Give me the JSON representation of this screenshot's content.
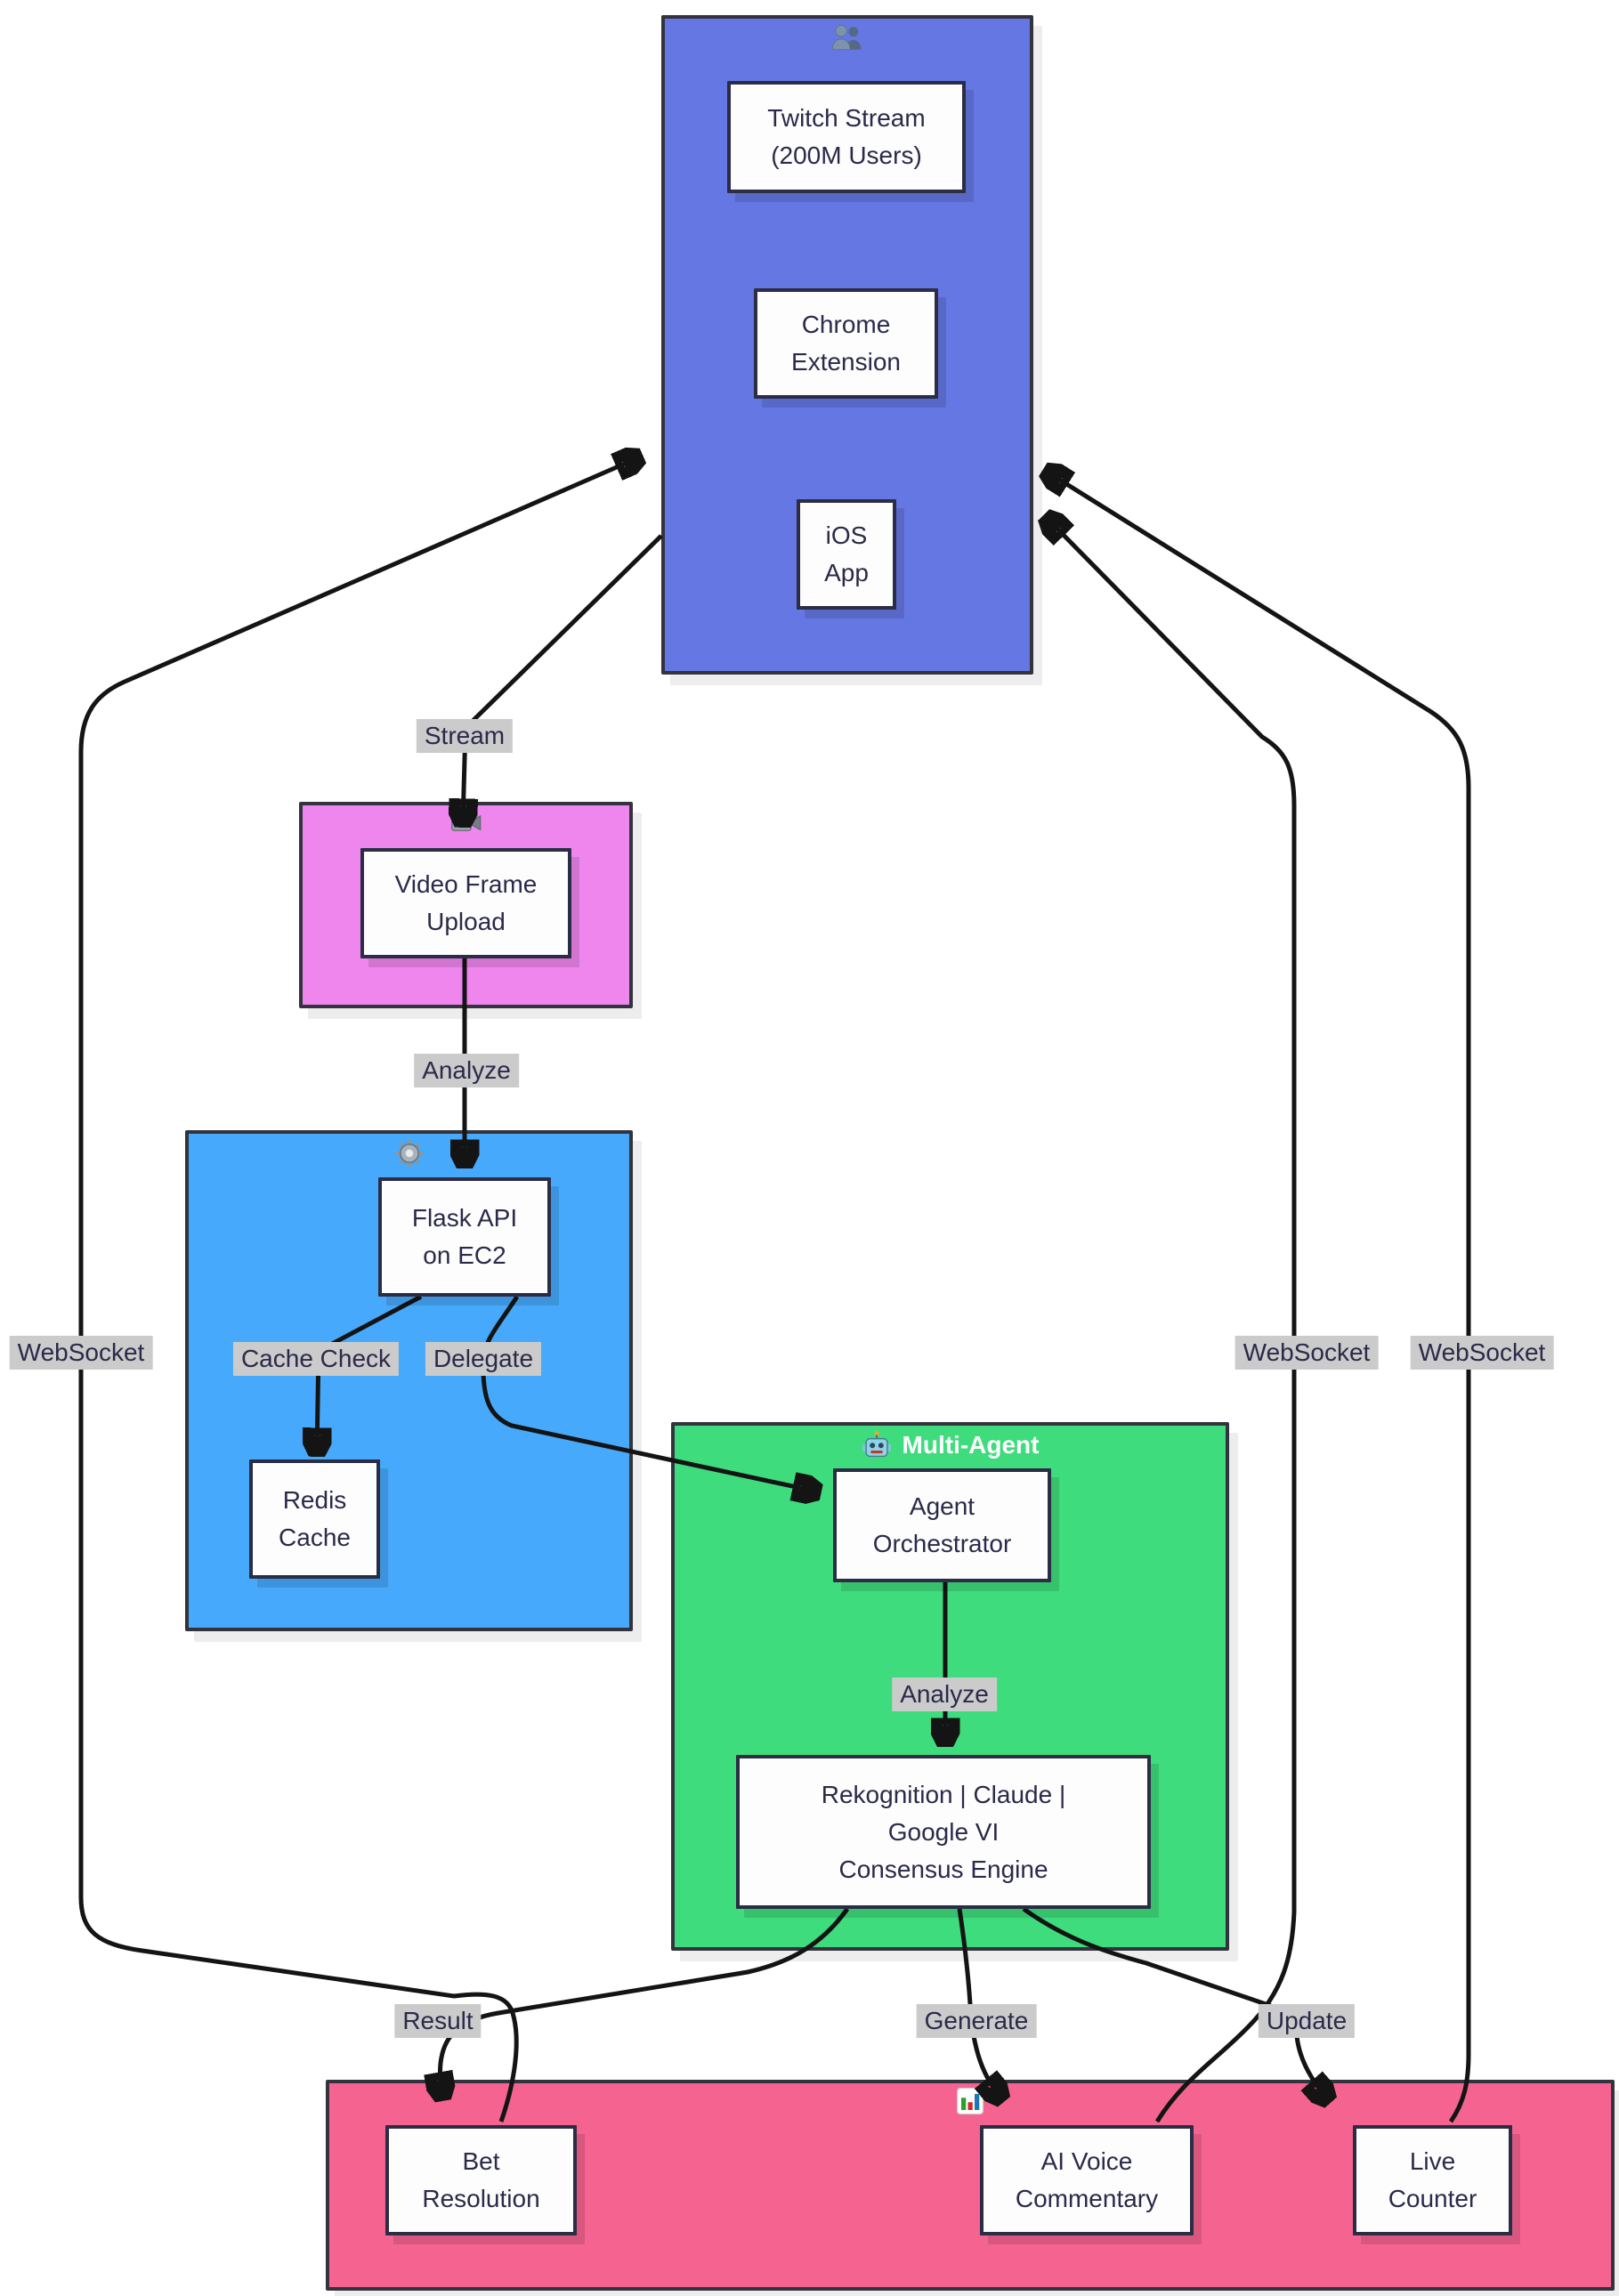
{
  "diagram": {
    "type": "flowchart",
    "colors": {
      "container_users": "#6577e3",
      "container_video": "#ee86ee",
      "container_api": "#47a9fb",
      "container_agents": "#3fdc7d",
      "container_output": "#f56490",
      "node_bg": "#fdfdfd",
      "node_border": "#2b2d45",
      "cluster_border": "#33333d",
      "edge": "#141414",
      "edge_label_bg": "#cbcbcb",
      "text": "#2a2a4a",
      "agents_title_color": "#ffffff"
    },
    "containers": {
      "users": {
        "icon": "users-icon",
        "label": ""
      },
      "video": {
        "icon": "video-camera-icon",
        "label": ""
      },
      "api": {
        "icon": "gear-icon",
        "label": ""
      },
      "agents": {
        "icon": "robot-icon",
        "label": "Multi-Agent"
      },
      "output": {
        "icon": "bar-chart-icon",
        "label": ""
      }
    },
    "nodes": {
      "twitch": {
        "text": "Twitch Stream\n(200M Users)"
      },
      "chrome": {
        "text": "Chrome\nExtension"
      },
      "ios": {
        "text": "iOS\nApp"
      },
      "upload": {
        "text": "Video Frame\nUpload"
      },
      "flask": {
        "text": "Flask API\non EC2"
      },
      "redis": {
        "text": "Redis\nCache"
      },
      "orchestrator": {
        "text": "Agent\nOrchestrator"
      },
      "consensus": {
        "text": "Rekognition | Claude |\nGoogle VI\nConsensus Engine"
      },
      "bet": {
        "text": "Bet\nResolution"
      },
      "voice": {
        "text": "AI Voice\nCommentary"
      },
      "live": {
        "text": "Live\nCounter"
      }
    },
    "edge_labels": {
      "stream": {
        "text": "Stream"
      },
      "analyze1": {
        "text": "Analyze"
      },
      "cache_check": {
        "text": "Cache Check"
      },
      "delegate": {
        "text": "Delegate"
      },
      "ws_left": {
        "text": "WebSocket"
      },
      "ws_mid": {
        "text": "WebSocket"
      },
      "ws_right": {
        "text": "WebSocket"
      },
      "analyze2": {
        "text": "Analyze"
      },
      "result": {
        "text": "Result"
      },
      "generate": {
        "text": "Generate"
      },
      "update": {
        "text": "Update"
      }
    }
  }
}
